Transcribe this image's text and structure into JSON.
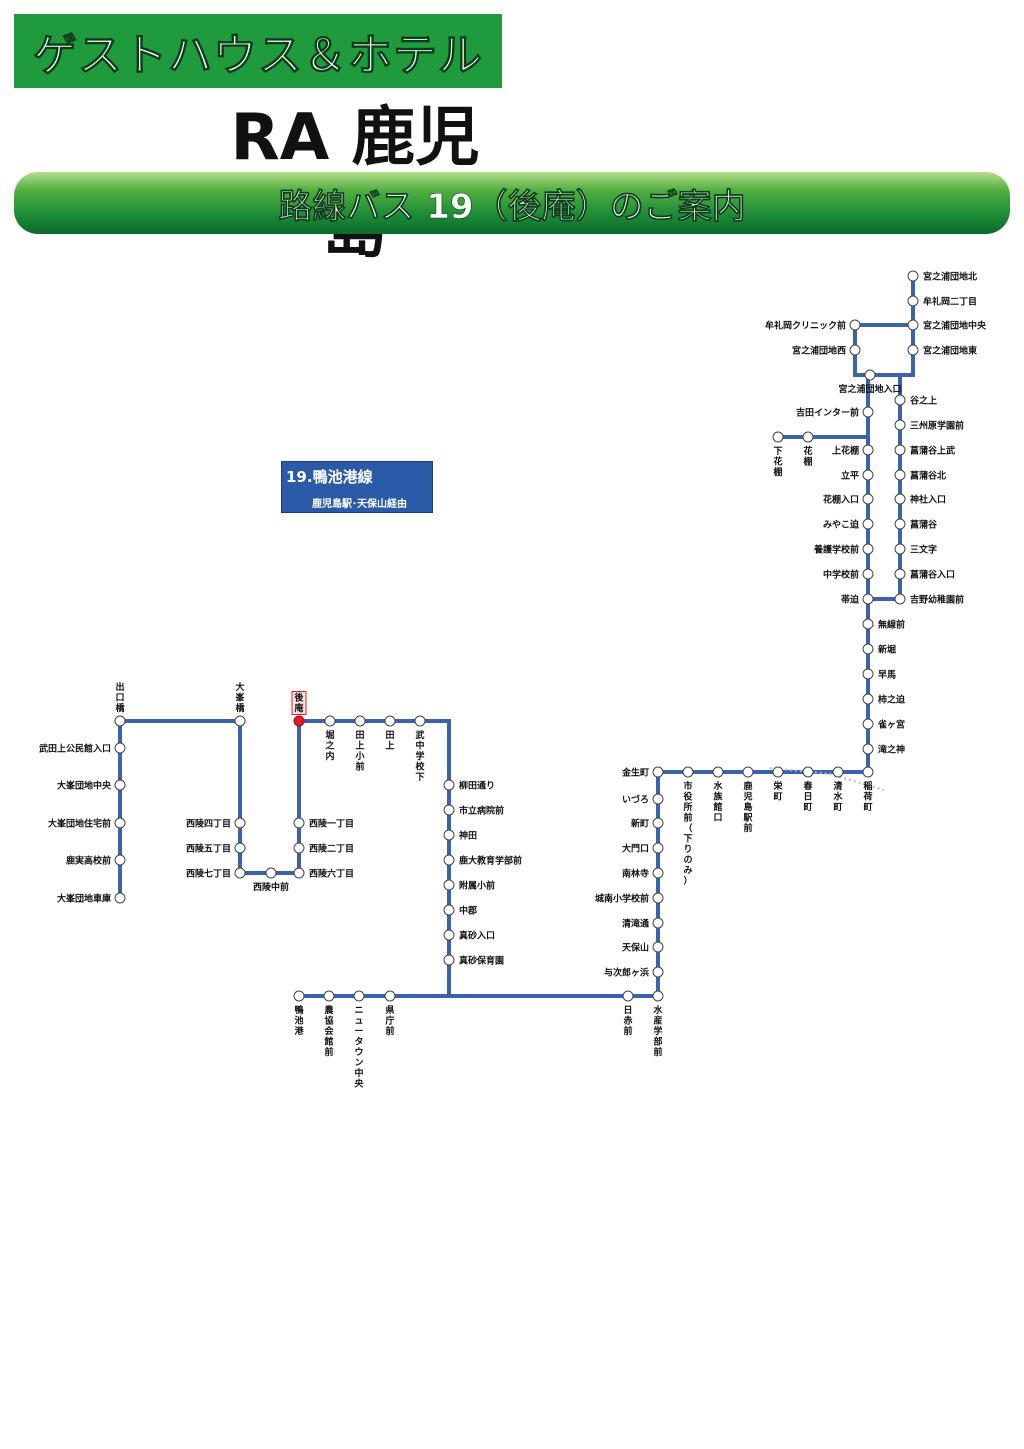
{
  "header": {
    "guesthouse": "ゲストハウス＆ホテル",
    "hotel": "RA 鹿児島",
    "banner": "路線バス 19（後庵）のご案内"
  },
  "legend": {
    "line": "19.鴨池港線",
    "via": "鹿児島駅･天保山経由"
  },
  "colors": {
    "route": "#3b62ad",
    "current": "#e02020",
    "header_green": "#1f9a3d"
  },
  "stops": [
    {
      "id": "miyanoura-kita",
      "label": "宮之浦団地北",
      "p": [
        913,
        276
      ],
      "pos": "right"
    },
    {
      "id": "muremoka-2",
      "label": "牟礼岡二丁目",
      "p": [
        913,
        301
      ],
      "pos": "right"
    },
    {
      "id": "miyanoura-chuo",
      "label": "宮之浦団地中央",
      "p": [
        913,
        325
      ],
      "pos": "right"
    },
    {
      "id": "muremoka-clinic",
      "label": "牟礼岡クリニック前",
      "p": [
        855,
        325
      ],
      "pos": "left"
    },
    {
      "id": "miyanoura-nishi",
      "label": "宮之浦団地西",
      "p": [
        855,
        350
      ],
      "pos": "left"
    },
    {
      "id": "miyanoura-higashi",
      "label": "宮之浦団地東",
      "p": [
        913,
        350
      ],
      "pos": "right"
    },
    {
      "id": "miyanoura-iriguchi",
      "label": "宮之浦団地入口",
      "p": [
        870,
        375
      ],
      "pos": "below"
    },
    {
      "id": "taninoue",
      "label": "谷之上",
      "p": [
        900,
        400
      ],
      "pos": "right"
    },
    {
      "id": "yoshida-ic",
      "label": "吉田インター前",
      "p": [
        868,
        412
      ],
      "pos": "left"
    },
    {
      "id": "sanshu",
      "label": "三州原学園前",
      "p": [
        900,
        425
      ],
      "pos": "right"
    },
    {
      "id": "shimo-hanatana",
      "label": "下花棚",
      "p": [
        778,
        437
      ],
      "pos": "vbelow"
    },
    {
      "id": "hanatana",
      "label": "花棚",
      "p": [
        808,
        437
      ],
      "pos": "vbelow"
    },
    {
      "id": "kami-hanatana",
      "label": "上花棚",
      "p": [
        868,
        450
      ],
      "pos": "left"
    },
    {
      "id": "shobudani-kamitake",
      "label": "菖蒲谷上武",
      "p": [
        900,
        450
      ],
      "pos": "right"
    },
    {
      "id": "tachihira",
      "label": "立平",
      "p": [
        868,
        475
      ],
      "pos": "left"
    },
    {
      "id": "shobudani-kita",
      "label": "菖蒲谷北",
      "p": [
        900,
        475
      ],
      "pos": "right"
    },
    {
      "id": "hanatana-iriguchi",
      "label": "花棚入口",
      "p": [
        868,
        499
      ],
      "pos": "left"
    },
    {
      "id": "jinja-iriguchi",
      "label": "神社入口",
      "p": [
        900,
        499
      ],
      "pos": "right"
    },
    {
      "id": "miyakozako",
      "label": "みやこ迫",
      "p": [
        868,
        524
      ],
      "pos": "left"
    },
    {
      "id": "shobudani",
      "label": "菖蒲谷",
      "p": [
        900,
        524
      ],
      "pos": "right"
    },
    {
      "id": "yogo",
      "label": "養護学校前",
      "p": [
        868,
        549
      ],
      "pos": "left"
    },
    {
      "id": "sanmonji",
      "label": "三文字",
      "p": [
        900,
        549
      ],
      "pos": "right"
    },
    {
      "id": "chugakko",
      "label": "中学校前",
      "p": [
        868,
        574
      ],
      "pos": "left"
    },
    {
      "id": "shobudani-iriguchi",
      "label": "菖蒲谷入口",
      "p": [
        900,
        574
      ],
      "pos": "right"
    },
    {
      "id": "obisako",
      "label": "帯迫",
      "p": [
        868,
        599
      ],
      "pos": "left"
    },
    {
      "id": "yoshino-yochien",
      "label": "吉野幼稚園前",
      "p": [
        900,
        599
      ],
      "pos": "right"
    },
    {
      "id": "musen",
      "label": "無線前",
      "p": [
        868,
        624
      ],
      "pos": "right"
    },
    {
      "id": "shinbori",
      "label": "新堀",
      "p": [
        868,
        649
      ],
      "pos": "right"
    },
    {
      "id": "hayauma",
      "label": "早馬",
      "p": [
        868,
        674
      ],
      "pos": "right"
    },
    {
      "id": "kakinosako",
      "label": "柿之迫",
      "p": [
        868,
        699
      ],
      "pos": "right"
    },
    {
      "id": "suzumegamiya",
      "label": "雀ヶ宮",
      "p": [
        868,
        724
      ],
      "pos": "right"
    },
    {
      "id": "takinokami",
      "label": "滝之神",
      "p": [
        868,
        749
      ],
      "pos": "right"
    },
    {
      "id": "inari",
      "label": "稲荷町",
      "p": [
        868,
        772
      ],
      "pos": "vbelow"
    },
    {
      "id": "shimizu",
      "label": "清水町",
      "p": [
        838,
        772
      ],
      "pos": "vbelow"
    },
    {
      "id": "kasuga",
      "label": "春日町",
      "p": [
        808,
        772
      ],
      "pos": "vbelow"
    },
    {
      "id": "sakae",
      "label": "栄町",
      "p": [
        778,
        772
      ],
      "pos": "vbelow"
    },
    {
      "id": "kagoshima-eki",
      "label": "鹿児島駅前",
      "p": [
        748,
        772
      ],
      "pos": "vbelow"
    },
    {
      "id": "suizokukan",
      "label": "水族館口",
      "p": [
        718,
        772
      ],
      "pos": "vbelow"
    },
    {
      "id": "shiyakusho",
      "label": "市役所前（下りのみ）",
      "p": [
        688,
        772
      ],
      "pos": "vbelow"
    },
    {
      "id": "kinsei",
      "label": "金生町",
      "p": [
        658,
        772
      ],
      "pos": "left"
    },
    {
      "id": "izuro",
      "label": "いづろ",
      "p": [
        658,
        799
      ],
      "pos": "left"
    },
    {
      "id": "shinmachi",
      "label": "新町",
      "p": [
        658,
        823
      ],
      "pos": "left"
    },
    {
      "id": "daimonguchi",
      "label": "大門口",
      "p": [
        658,
        848
      ],
      "pos": "left"
    },
    {
      "id": "nanrinji",
      "label": "南林寺",
      "p": [
        658,
        873
      ],
      "pos": "left"
    },
    {
      "id": "jonan",
      "label": "城南小学校前",
      "p": [
        658,
        898
      ],
      "pos": "left"
    },
    {
      "id": "seiryudori",
      "label": "清滝通",
      "p": [
        658,
        923
      ],
      "pos": "left"
    },
    {
      "id": "tenpozan",
      "label": "天保山",
      "p": [
        658,
        947
      ],
      "pos": "left"
    },
    {
      "id": "yojirogahama",
      "label": "与次郎ヶ浜",
      "p": [
        658,
        972
      ],
      "pos": "left"
    },
    {
      "id": "suisan",
      "label": "水産学部前",
      "p": [
        658,
        996
      ],
      "pos": "vbelow"
    },
    {
      "id": "nisseki",
      "label": "日赤前",
      "p": [
        628,
        996
      ],
      "pos": "vbelow"
    },
    {
      "id": "kencho",
      "label": "県庁前",
      "p": [
        390,
        996
      ],
      "pos": "vbelow"
    },
    {
      "id": "newtown",
      "label": "ニュータウン中央",
      "p": [
        359,
        996
      ],
      "pos": "vbelow"
    },
    {
      "id": "nokyo",
      "label": "農協会館前",
      "p": [
        329,
        996
      ],
      "pos": "vbelow"
    },
    {
      "id": "kamoike-ko",
      "label": "鴨池港",
      "p": [
        299,
        996
      ],
      "pos": "vbelow"
    },
    {
      "id": "manago-hoikuen",
      "label": "真砂保育園",
      "p": [
        449,
        960
      ],
      "pos": "right"
    },
    {
      "id": "manago-iriguchi",
      "label": "真砂入口",
      "p": [
        449,
        935
      ],
      "pos": "right"
    },
    {
      "id": "chugun",
      "label": "中郡",
      "p": [
        449,
        910
      ],
      "pos": "right"
    },
    {
      "id": "fuzoku",
      "label": "附属小前",
      "p": [
        449,
        885
      ],
      "pos": "right"
    },
    {
      "id": "kadai-kyoiku",
      "label": "鹿大教育学部前",
      "p": [
        449,
        860
      ],
      "pos": "right"
    },
    {
      "id": "jingu",
      "label": "神田",
      "p": [
        449,
        835
      ],
      "pos": "right"
    },
    {
      "id": "shiritsu-byoin",
      "label": "市立病院前",
      "p": [
        449,
        810
      ],
      "pos": "right"
    },
    {
      "id": "yanagita",
      "label": "柳田通り",
      "p": [
        449,
        785
      ],
      "pos": "right"
    },
    {
      "id": "takenaka",
      "label": "武中学校下",
      "p": [
        420,
        721
      ],
      "pos": "vbelow"
    },
    {
      "id": "tagami",
      "label": "田上",
      "p": [
        390,
        721
      ],
      "pos": "vbelow"
    },
    {
      "id": "tagami-sho",
      "label": "田上小前",
      "p": [
        360,
        721
      ],
      "pos": "vbelow"
    },
    {
      "id": "horinouchi",
      "label": "堀之内",
      "p": [
        330,
        721
      ],
      "pos": "vbelow"
    },
    {
      "id": "goan",
      "label": "後庵",
      "p": [
        299,
        721
      ],
      "pos": "vabove",
      "current": true
    },
    {
      "id": "seiryo-1",
      "label": "西陵一丁目",
      "p": [
        299,
        823
      ],
      "pos": "right"
    },
    {
      "id": "seiryo-2",
      "label": "西陵二丁目",
      "p": [
        299,
        848
      ],
      "pos": "right"
    },
    {
      "id": "seiryo-6",
      "label": "西陵六丁目",
      "p": [
        299,
        873
      ],
      "pos": "right"
    },
    {
      "id": "seiryo-naka",
      "label": "西陵中前",
      "p": [
        271,
        873
      ],
      "pos": "below"
    },
    {
      "id": "seiryo-7",
      "label": "西陵七丁目",
      "p": [
        240,
        873
      ],
      "pos": "left"
    },
    {
      "id": "seiryo-5",
      "label": "西陵五丁目",
      "p": [
        240,
        848
      ],
      "pos": "left"
    },
    {
      "id": "seiryo-4",
      "label": "西陵四丁目",
      "p": [
        240,
        823
      ],
      "pos": "left"
    },
    {
      "id": "omine-bashi",
      "label": "大峯橋",
      "p": [
        240,
        721
      ],
      "pos": "vabove"
    },
    {
      "id": "deguchi-bashi",
      "label": "出口橋",
      "p": [
        120,
        721
      ],
      "pos": "vabove"
    },
    {
      "id": "taketa-kami",
      "label": "武田上公民館入口",
      "p": [
        120,
        748
      ],
      "pos": "left"
    },
    {
      "id": "omine-chuo",
      "label": "大峯団地中央",
      "p": [
        120,
        785
      ],
      "pos": "left"
    },
    {
      "id": "omine-jutaku",
      "label": "大峯団地住宅前",
      "p": [
        120,
        823
      ],
      "pos": "left"
    },
    {
      "id": "kajitsu",
      "label": "鹿実高校前",
      "p": [
        120,
        860
      ],
      "pos": "left"
    },
    {
      "id": "omine-shako",
      "label": "大峯団地車庫",
      "p": [
        120,
        898
      ],
      "pos": "left"
    }
  ]
}
